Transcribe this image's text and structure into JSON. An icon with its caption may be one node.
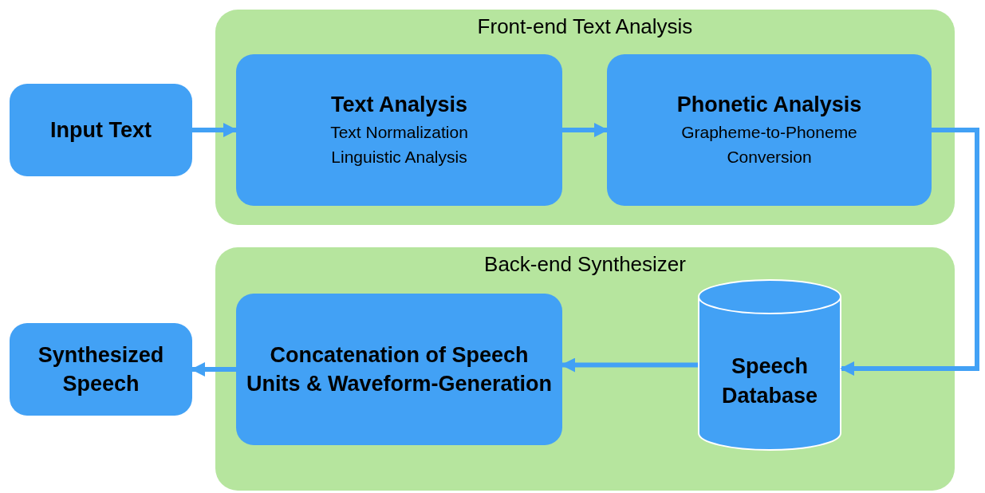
{
  "diagram": {
    "nodes": [
      {
        "text": [
          "Front-end Text Analysis"
        ]
      },
      {
        "text": [
          "Input Text"
        ]
      },
      {
        "text": [
          "Text Analysis",
          "Text Normalization",
          "Linguistic Analysis"
        ],
        "in": 0
      },
      {
        "text": [
          "Phonetic Analysis",
          "Grapheme-to-Phoneme Conversion"
        ],
        "in": 0
      },
      {
        "text": [
          "Back-end Synthesizer"
        ]
      },
      {
        "text": [
          "Concatenation of Speech Units & Waveform-Generation"
        ],
        "in": 4
      },
      {
        "text": [
          "Speech Database"
        ],
        "in": 4
      },
      {
        "text": [
          "Synthesized Speech"
        ]
      }
    ],
    "edges": [
      {
        "from": 1,
        "to": 2,
        "arrow": "to"
      },
      {
        "from": 2,
        "to": 3,
        "arrow": "to"
      },
      {
        "from": 3,
        "to": 6,
        "arrow": "to"
      },
      {
        "from": 6,
        "to": 5,
        "arrow": "to"
      },
      {
        "from": 5,
        "to": 7,
        "arrow": "to"
      }
    ]
  }
}
